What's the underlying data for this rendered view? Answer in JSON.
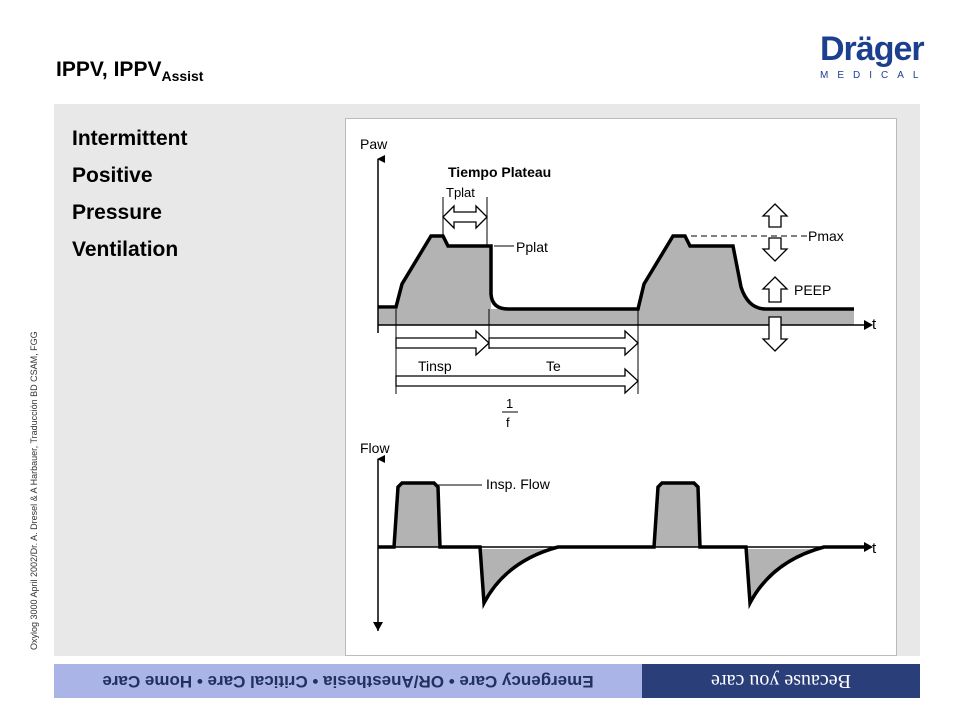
{
  "slide": {
    "title_main": "IPPV, IPPV",
    "title_sub": "Assist",
    "terms": [
      "Intermittent",
      "Positive",
      "Pressure",
      "Ventilation"
    ],
    "side_note": "Oxylog 3000 April 2002/Dr. A. Dresel & A Harbauer, Traducción BD CSAM, FGG"
  },
  "logo": {
    "name": "Dräger",
    "tagline": "MEDICAL",
    "color": "#1d3f8f"
  },
  "diagram": {
    "pressure_axis": "Paw",
    "flow_axis": "Flow",
    "time_axis": "t",
    "plateau_title": "Tiempo Plateau",
    "tplat_label": "Tplat",
    "pplat_label": "Pplat",
    "pmax_label": "Pmax",
    "peep_label": "PEEP",
    "tinsp_label": "Tinsp",
    "te_label": "Te",
    "freq_num": "1",
    "freq_den": "f",
    "insp_flow_label": "Insp. Flow"
  },
  "footer": {
    "left": "Emergency Care • OR/Anesthesia • Critical Care • Home Care",
    "right": "Because you care",
    "left_bg": "#aab4e6",
    "right_bg": "#2a3f7a"
  }
}
